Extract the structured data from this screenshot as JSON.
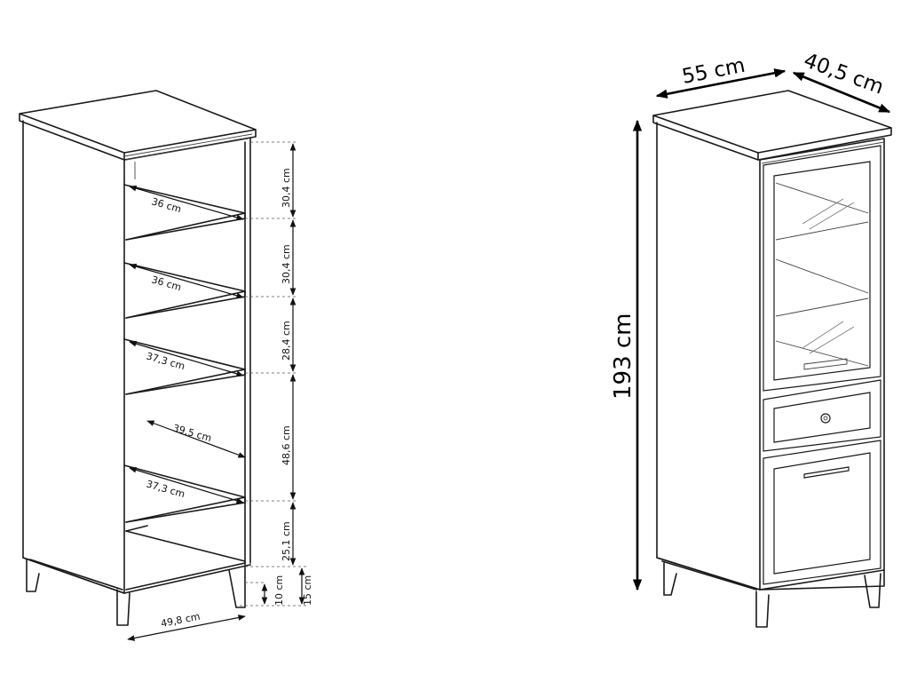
{
  "open_cabinet": {
    "shelf_depths": [
      "36 cm",
      "36 cm",
      "37,3 cm",
      "39,5 cm",
      "37,3 cm"
    ],
    "compartment_heights": [
      "30,4 cm",
      "30,4 cm",
      "28,4 cm",
      "48,6 cm",
      "25,1 cm"
    ],
    "base_heights": [
      "10 cm",
      "15 cm"
    ],
    "bottom_width": "49,8 cm"
  },
  "closed_cabinet": {
    "width": "55 cm",
    "depth": "40,5 cm",
    "height": "193 cm"
  }
}
